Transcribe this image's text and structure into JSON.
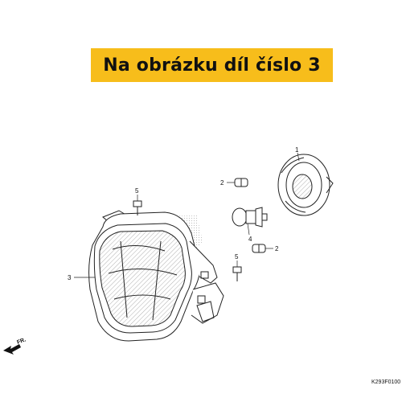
{
  "banner": {
    "text": "Na obrázku díl číslo 3"
  },
  "callouts": {
    "c1": "1",
    "c2a": "2",
    "c2b": "2",
    "c3": "3",
    "c4": "4",
    "c5a": "5",
    "c5b": "5"
  },
  "direction_label": "FR.",
  "diagram_code": "K293F0100",
  "colors": {
    "banner": "#f7bd1b",
    "line": "#222222"
  }
}
